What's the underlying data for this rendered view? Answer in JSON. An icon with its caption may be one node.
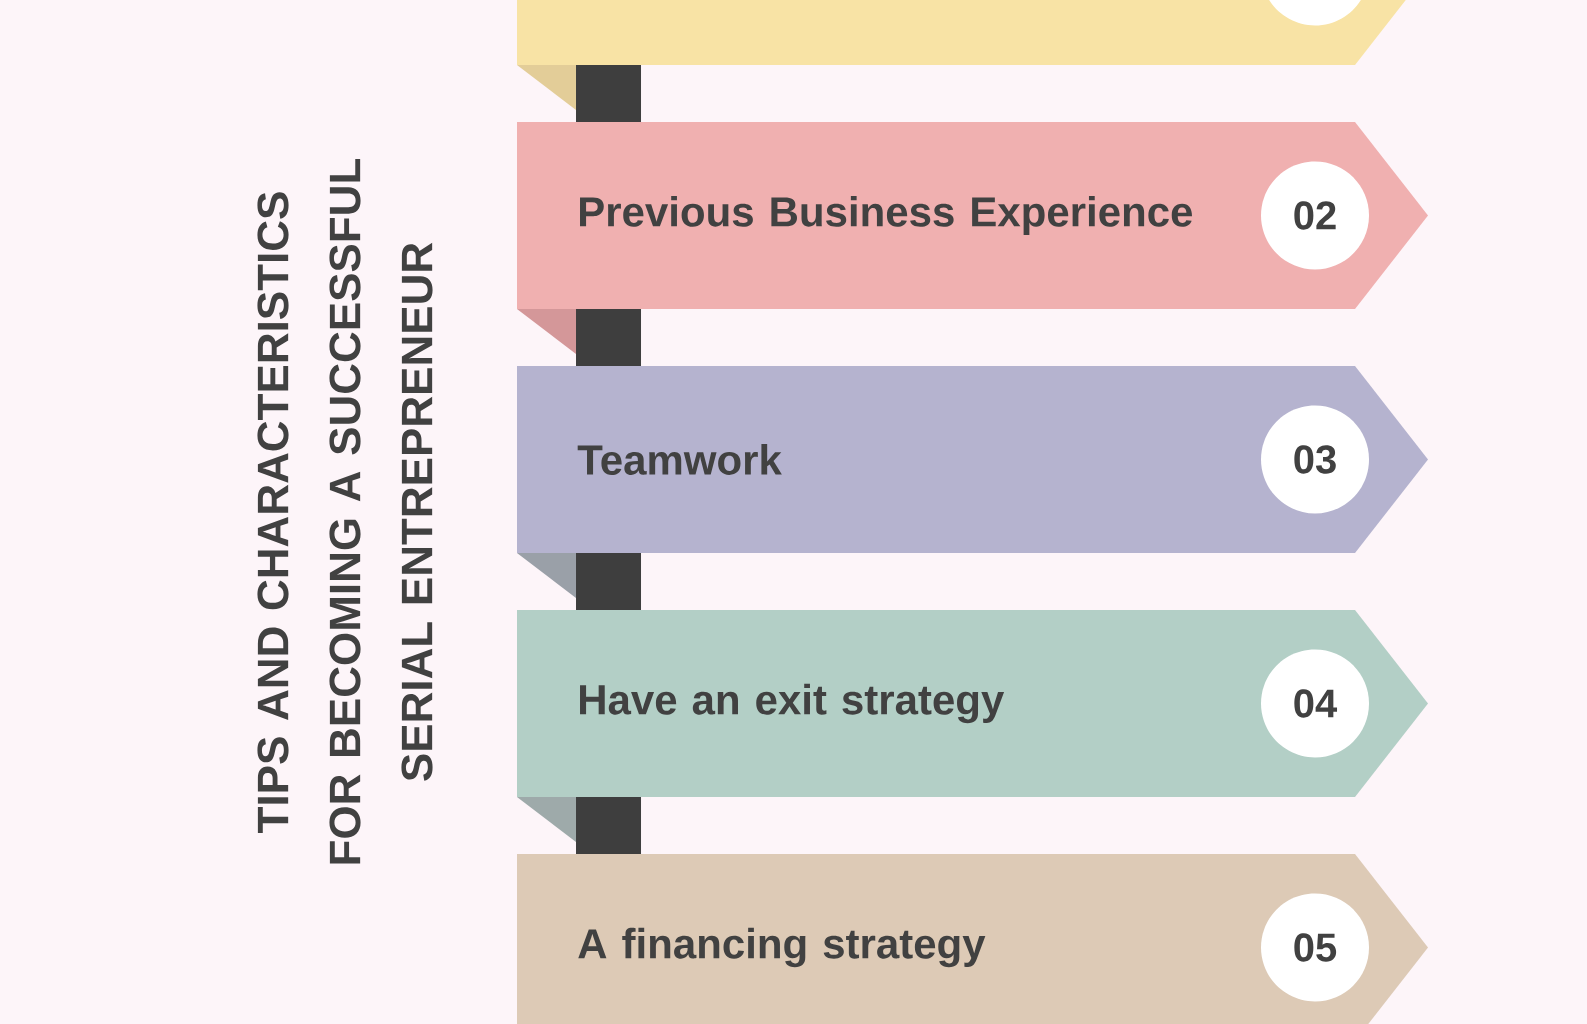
{
  "diagram": {
    "title": "TIPS AND CHARACTERISTICS FOR BECOMING A SUCCESSFUL SERIAL ENTREPRENEUR",
    "nodes": [
      {
        "text": [],
        "shape": "box"
      },
      {
        "text": [],
        "shape": "circle",
        "in": 0
      },
      {
        "text": [
          "Previous Business Experience"
        ]
      },
      {
        "text": [
          "02"
        ],
        "in": 2
      },
      {
        "text": [
          "Teamwork"
        ]
      },
      {
        "text": [
          "03"
        ],
        "in": 4
      },
      {
        "text": [
          "Have an exit strategy"
        ]
      },
      {
        "text": [
          "04"
        ],
        "in": 6
      },
      {
        "text": [
          "A financing strategy"
        ]
      },
      {
        "text": [
          "05"
        ],
        "in": 8
      }
    ]
  }
}
